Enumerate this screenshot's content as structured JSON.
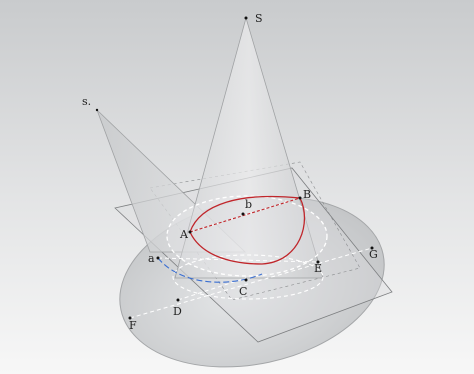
{
  "points": [
    {
      "label": "S"
    },
    {
      "label": "s."
    },
    {
      "label": "B"
    },
    {
      "label": "b"
    },
    {
      "label": "A"
    },
    {
      "label": "a"
    },
    {
      "label": "C"
    },
    {
      "label": "E"
    },
    {
      "label": "G"
    },
    {
      "label": "D"
    },
    {
      "label": "F"
    }
  ],
  "colors": {
    "background_top": "#cfd1d3",
    "background_bottom": "#f4f4f4",
    "surface": "#d6d8da",
    "surface_edge": "#a7a9ab",
    "red_curve": "#c0262b",
    "blue_arc": "#3b6fd1",
    "white_dashed": "#ffffff",
    "plane_line": "#7d7f81"
  }
}
